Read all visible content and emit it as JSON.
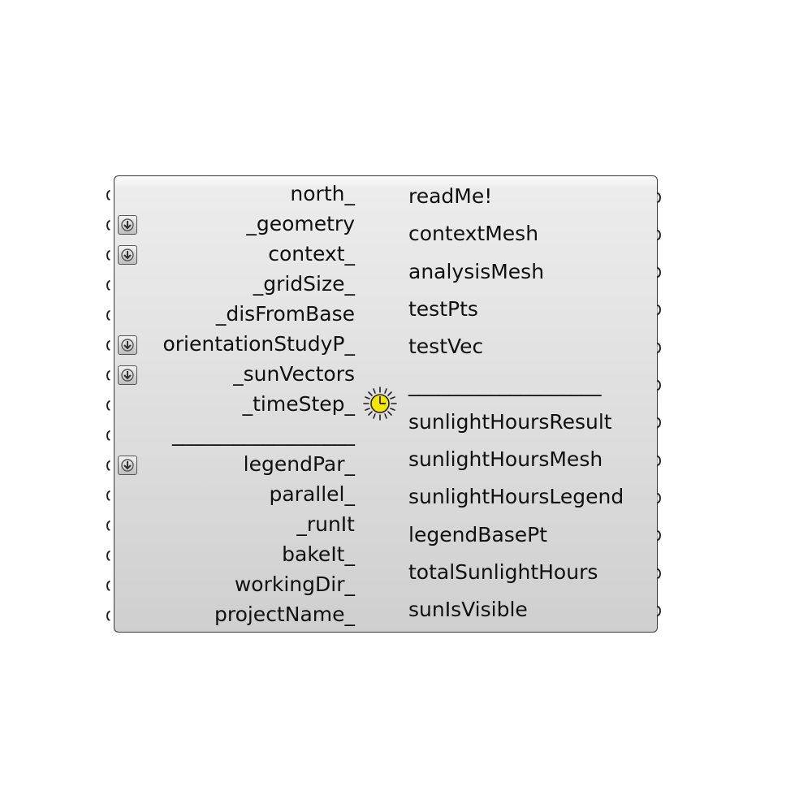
{
  "inputs": [
    {
      "label": "north_",
      "flatten": false
    },
    {
      "label": "_geometry",
      "flatten": true
    },
    {
      "label": "context_",
      "flatten": true
    },
    {
      "label": "_gridSize_",
      "flatten": false
    },
    {
      "label": "_disFromBase",
      "flatten": false
    },
    {
      "label": "orientationStudyP_",
      "flatten": true
    },
    {
      "label": "_sunVectors",
      "flatten": true
    },
    {
      "label": "_timeStep_",
      "flatten": false
    },
    {
      "label": "__________________",
      "flatten": false
    },
    {
      "label": "legendPar_",
      "flatten": true
    },
    {
      "label": "parallel_",
      "flatten": false
    },
    {
      "label": "_runIt",
      "flatten": false
    },
    {
      "label": "bakeIt_",
      "flatten": false
    },
    {
      "label": "workingDir_",
      "flatten": false
    },
    {
      "label": "projectName_",
      "flatten": false
    }
  ],
  "outputs": [
    {
      "label": "readMe!"
    },
    {
      "label": "contextMesh"
    },
    {
      "label": "analysisMesh"
    },
    {
      "label": "testPts"
    },
    {
      "label": "testVec"
    },
    {
      "label": "___________________"
    },
    {
      "label": "sunlightHoursResult"
    },
    {
      "label": "sunlightHoursMesh"
    },
    {
      "label": "sunlightHoursLegend"
    },
    {
      "label": "legendBasePt"
    },
    {
      "label": "totalSunlightHours"
    },
    {
      "label": "sunIsVisible"
    }
  ],
  "icons": {
    "flatten": "flatten-arrow-icon",
    "component": "sunlight-hours-timer-icon"
  },
  "colors": {
    "icon_yellow": "#f5e600"
  }
}
